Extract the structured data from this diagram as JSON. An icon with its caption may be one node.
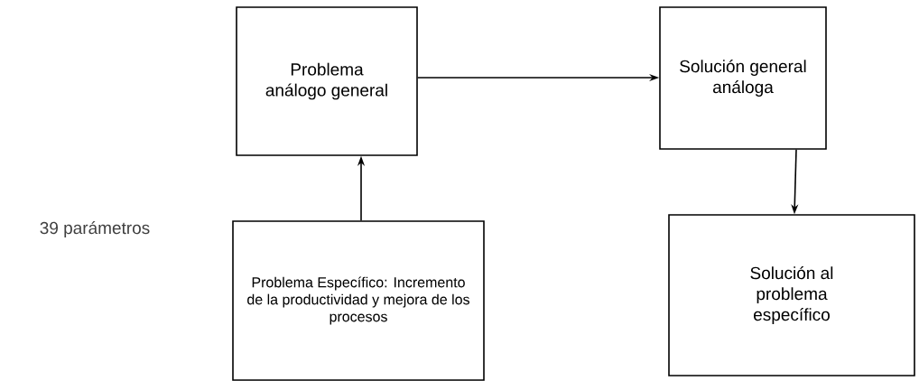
{
  "diagram": {
    "nodes": [
      {
        "text": [
          "Problema análogo general"
        ]
      },
      {
        "text": [
          "Solución general análoga"
        ]
      },
      {
        "text": [
          "Problema Específico: Incremento de la productividad y mejora de los procesos"
        ]
      },
      {
        "text": [
          "Solución al problema específico"
        ]
      }
    ],
    "edges": [
      {
        "from": 0,
        "to": 1,
        "arrow": "to"
      },
      {
        "from": 2,
        "to": 0,
        "arrow": "to"
      },
      {
        "from": 1,
        "to": 3,
        "arrow": "to"
      }
    ],
    "labels": [
      "39 parámetros"
    ]
  }
}
